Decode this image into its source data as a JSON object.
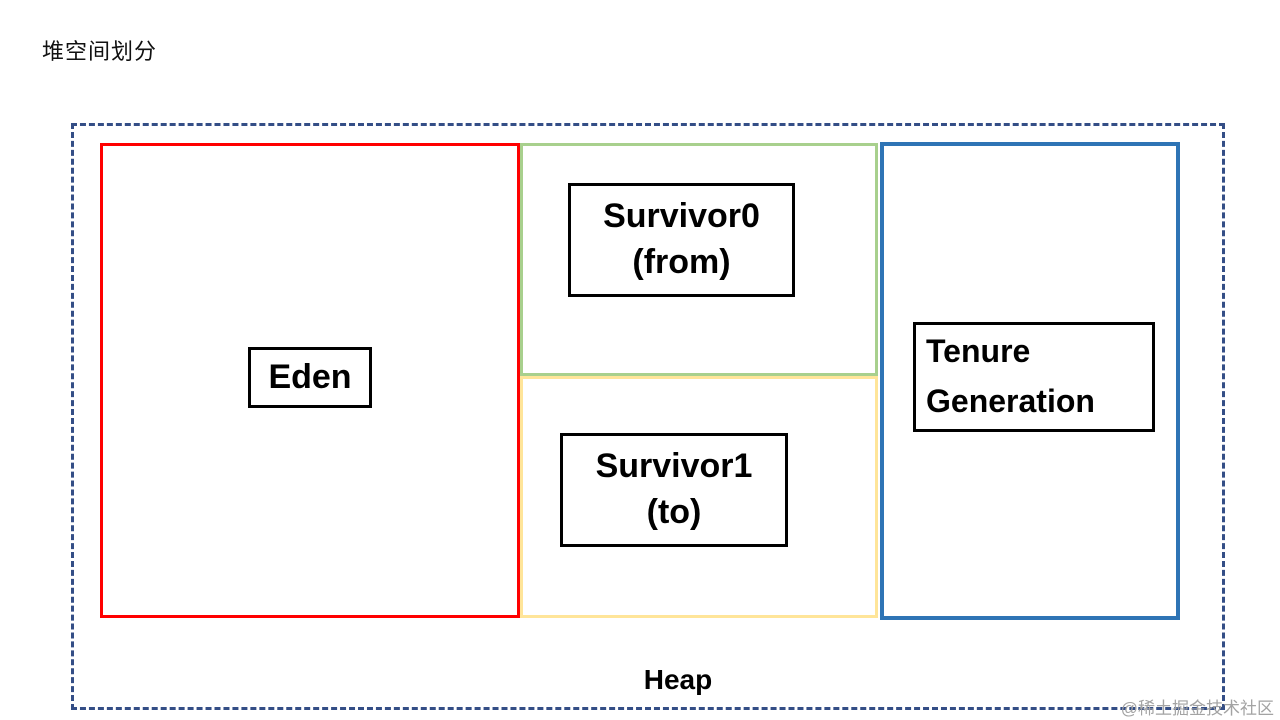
{
  "page": {
    "title": "堆空间划分"
  },
  "diagram": {
    "heap": {
      "label": "Heap",
      "border_color": "#344E86",
      "border_style": "dashed"
    },
    "regions": {
      "eden": {
        "label": "Eden",
        "border_color": "#FF0000"
      },
      "survivor0": {
        "label_line1": "Survivor0",
        "label_line2": "(from)",
        "border_color": "#A8D08D"
      },
      "survivor1": {
        "label_line1": "Survivor1",
        "label_line2": "(to)",
        "border_color": "#FFE599"
      },
      "tenure": {
        "label_line1": "Tenure",
        "label_line2": "Generation",
        "border_color": "#2E74B5"
      }
    }
  },
  "watermark": {
    "text": "@稀土掘金技术社区",
    "color": "#a3a3a3"
  }
}
